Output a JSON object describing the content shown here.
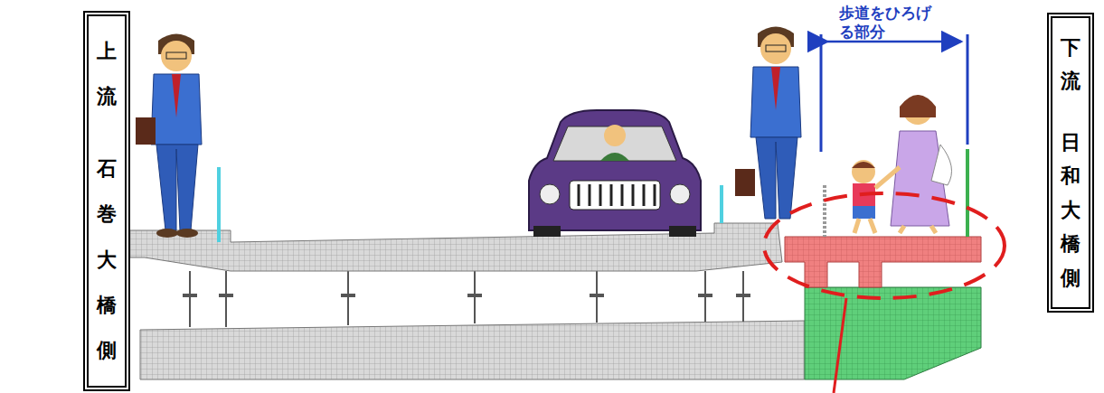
{
  "diagram": {
    "nodes": [
      {
        "text": [
          "上流",
          "石巻大橋側"
        ]
      },
      {
        "text": [
          "下流",
          "日和大橋側"
        ]
      }
    ],
    "labels": [
      "歩道をひろげる部分"
    ]
  }
}
